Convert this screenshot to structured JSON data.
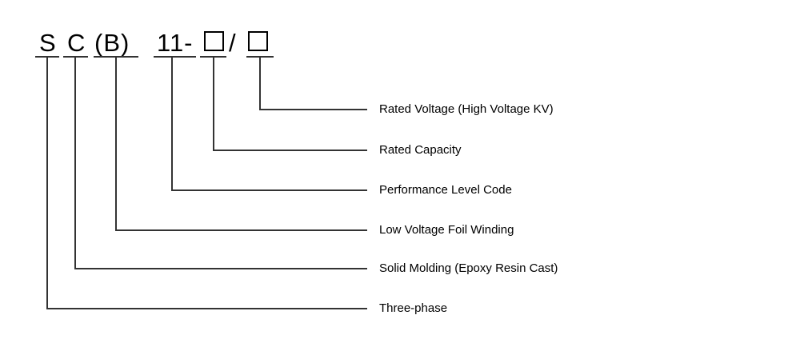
{
  "colors": {
    "background": "#ffffff",
    "line": "#333333",
    "text": "#000000"
  },
  "model_code": {
    "segments": [
      {
        "id": "code-letter-s",
        "kind": "char",
        "text": "S",
        "label": "Three-phase"
      },
      {
        "id": "code-letter-c",
        "kind": "char",
        "text": "C",
        "label": "Solid Molding (Epoxy Resin Cast)"
      },
      {
        "id": "code-letter-b",
        "kind": "char",
        "text": "(B)",
        "label": "Low Voltage Foil Winding"
      },
      {
        "id": "code-number-11",
        "kind": "char",
        "text": "11-",
        "label": "Performance Level Code"
      },
      {
        "id": "capacity-placeholder",
        "kind": "box",
        "text": "",
        "label": "Rated Capacity"
      },
      {
        "id": "code-separator-slash",
        "kind": "char",
        "text": "/",
        "label": null
      },
      {
        "id": "voltage-placeholder",
        "kind": "box",
        "text": "",
        "label": "Rated Voltage (High Voltage KV)"
      }
    ]
  }
}
